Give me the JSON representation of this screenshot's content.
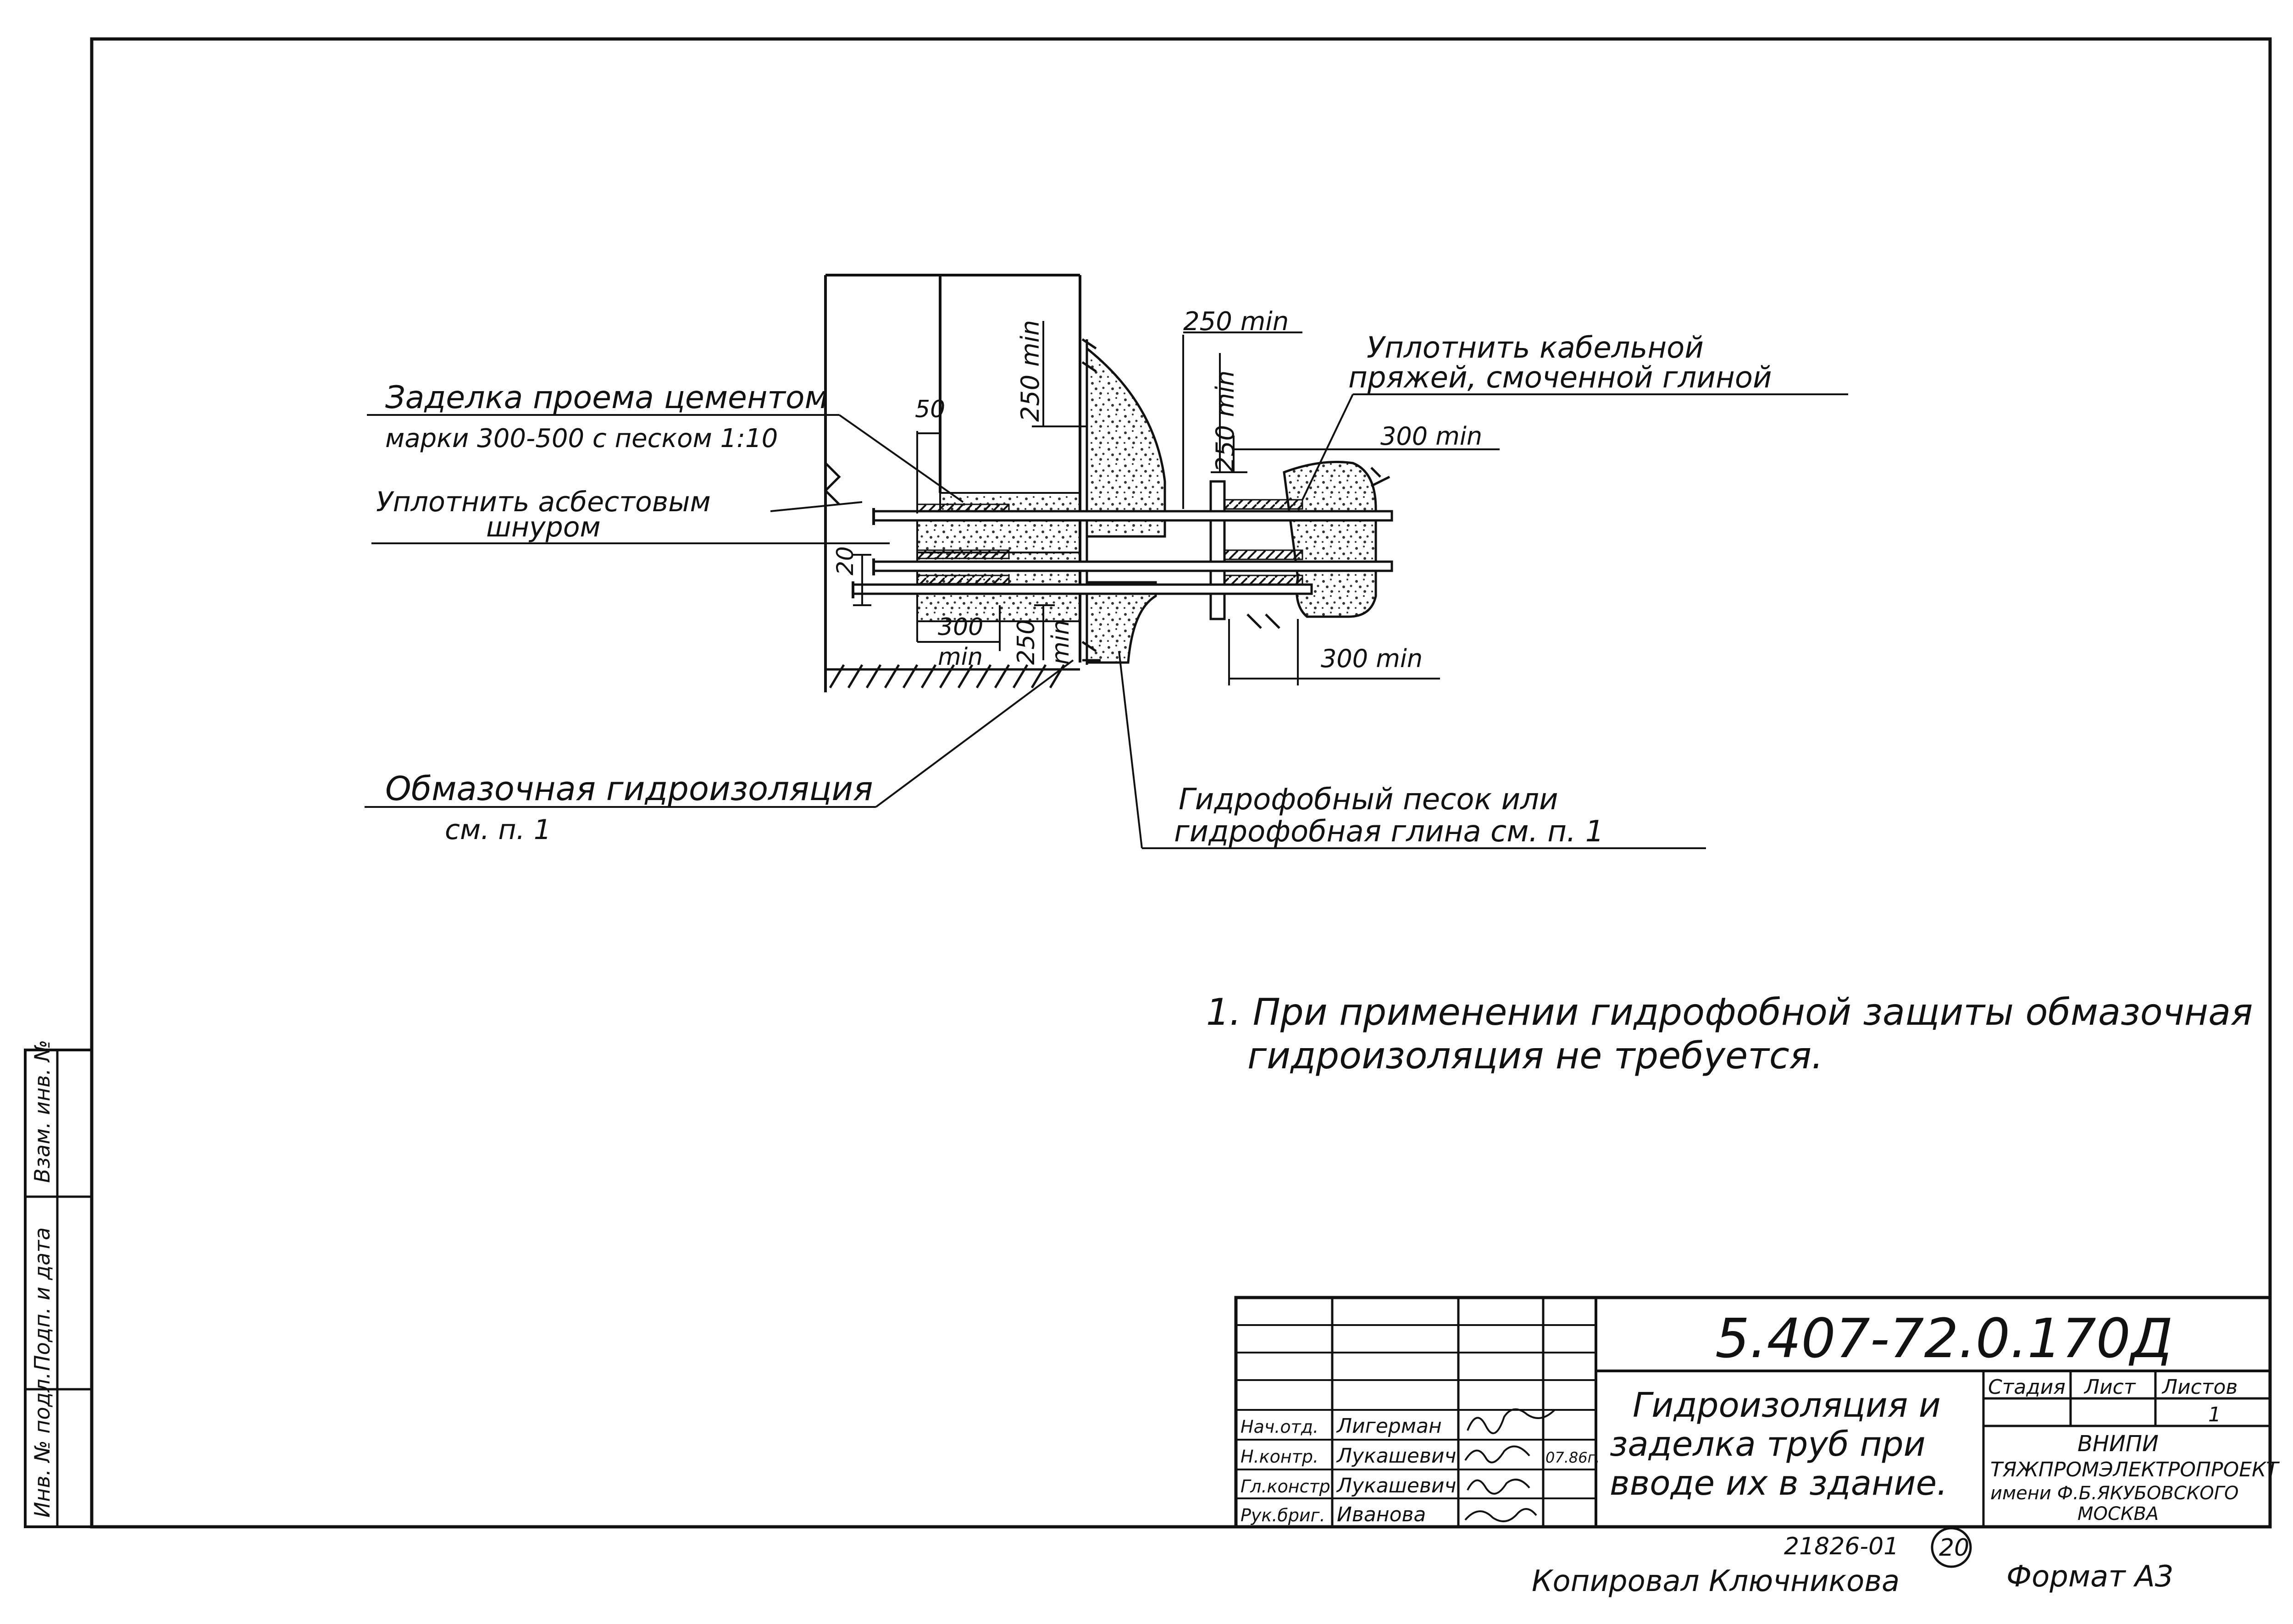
{
  "drawing": {
    "labels": {
      "sealing_opening_1": "Заделка проема цементом",
      "sealing_opening_2": "марки 300-500 с песком 1:10",
      "asbestos_1": "Уплотнить асбестовым",
      "asbestos_2": "шнуром",
      "cable_yarn_1": "Уплотнить кабельной",
      "cable_yarn_2": "пряжей, смоченной глиной",
      "coating_1": "Обмазочная гидроизоляция",
      "coating_2": "см. п. 1",
      "hydrophobic_1": "Гидрофобный песок или",
      "hydrophobic_2": "гидрофобная глина см. п. 1"
    },
    "dims": {
      "d50": "50",
      "d20": "20",
      "d250_top": "250 min",
      "d250_vert_left": "250 min",
      "d250_vert_right": "250 min",
      "d300_right_top": "300 min",
      "d300_right_bottom": "300 min",
      "d300_bottom_value": "300",
      "d300_bottom_unit": "min",
      "d250_bottom_value": "250",
      "d250_bottom_unit": "min"
    }
  },
  "note": {
    "line1": "1. При применении гидрофобной защиты обмазочная",
    "line2": "гидроизоляция не требуется."
  },
  "side_stamp": {
    "col1": "Инв. № подл.",
    "col2": "Подп. и дата",
    "col3": "Взам. инв. №"
  },
  "title_block": {
    "code": "5.407-72.0.170Д",
    "title_1": "Гидроизоляция и",
    "title_2": "заделка труб при",
    "title_3": "вводе их в здание.",
    "headers": {
      "stage": "Стадия",
      "sheet": "Лист",
      "sheets": "Листов"
    },
    "sheets_value": "1",
    "org_1": "ВНИПИ",
    "org_2": "ТЯЖПРОМЭЛЕКТРОПРОЕКТ",
    "org_3": "имени Ф.Б.ЯКУБОВСКОГО",
    "org_4": "МОСКВА",
    "signatures": [
      {
        "role": "Нач.отд.",
        "name": "Лигерман",
        "date": ""
      },
      {
        "role": "Н.контр.",
        "name": "Лукашевич",
        "date": "07.86г."
      },
      {
        "role": "Гл.констр.",
        "name": "Лукашевич",
        "date": ""
      },
      {
        "role": "Рук.бриг.",
        "name": "Иванова",
        "date": ""
      }
    ]
  },
  "footer": {
    "inventory": "21826-01",
    "page": "20",
    "copied": "Копировал Ключникова",
    "format": "Формат А3"
  }
}
